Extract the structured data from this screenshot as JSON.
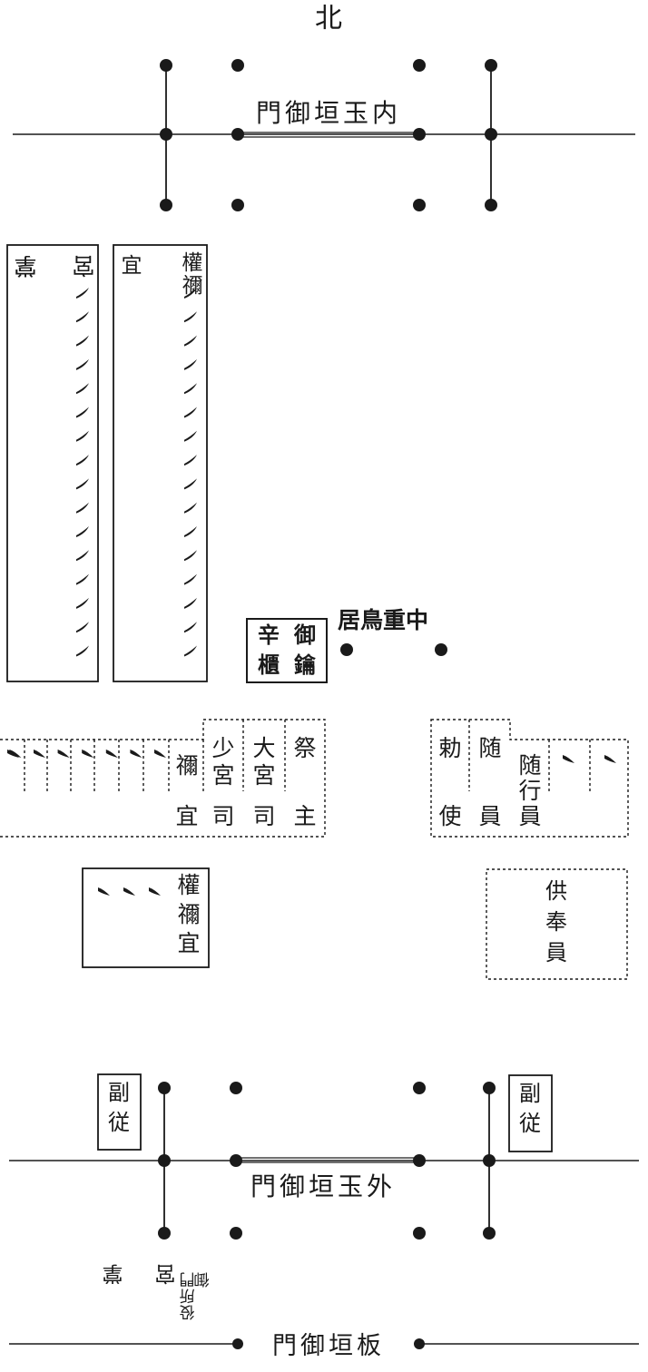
{
  "colors": {
    "ink": "#1a1a1a",
    "background": "#ffffff"
  },
  "compass": {
    "north": "北"
  },
  "gates": {
    "uchi_tamagaki": "門御垣玉内",
    "soto_tamagaki": "門御垣玉外",
    "itagaki": "門御垣板"
  },
  "labels": {
    "kanemochi_kunai_top": [
      "掌",
      "宮"
    ],
    "gon_negi_top": [
      "權",
      "禰",
      "宜"
    ],
    "chu_torii": "居鳥重中",
    "mikagi": [
      "御",
      "鑰"
    ],
    "karabitsu": [
      "辛",
      "櫃"
    ],
    "saishu": [
      "祭",
      "主"
    ],
    "daiguji": [
      "大",
      "宮",
      "司"
    ],
    "shoguji": [
      "少",
      "宮",
      "司"
    ],
    "negi": [
      "禰",
      "宜"
    ],
    "gon_negi_mid": [
      "權",
      "禰",
      "宜"
    ],
    "chokushi": [
      "勅",
      "使"
    ],
    "zuiin": [
      "随",
      "員"
    ],
    "zuikoin": [
      "随",
      "行",
      "員"
    ],
    "guhoin": [
      "供",
      "奉",
      "員"
    ],
    "fukuju_left": [
      "副",
      "従"
    ],
    "fukuju_right": [
      "副",
      "従"
    ],
    "kunai_bottom": [
      "掌",
      "宮"
    ],
    "gomon_yaku": [
      "御",
      "門",
      "所",
      "役"
    ]
  },
  "icons": {
    "attendant_mark": "tick-mark-icon",
    "post": "post-dot-icon"
  }
}
